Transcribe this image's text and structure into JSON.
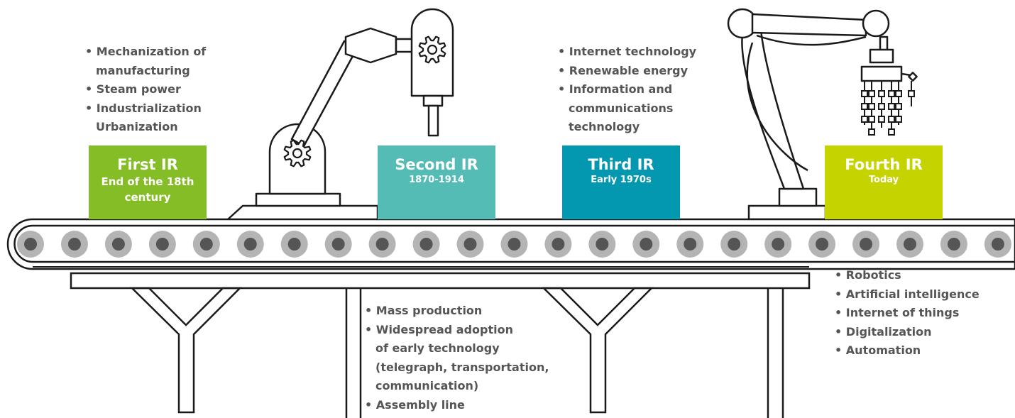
{
  "colors": {
    "first": "#84bd25",
    "second": "#55bbb5",
    "third": "#0497b0",
    "fourth": "#c5d300",
    "text": "#555555",
    "outline": "#1a1a1a",
    "roller_outer": "#b4b4b4",
    "roller_inner": "#555555"
  },
  "stages": [
    {
      "title": "First IR",
      "subtitle": "End of the 18th century"
    },
    {
      "title": "Second IR",
      "subtitle": "1870-1914"
    },
    {
      "title": "Third IR",
      "subtitle": "Early 1970s"
    },
    {
      "title": "Fourth IR",
      "subtitle": "Today"
    }
  ],
  "first_bullets": [
    "• Mechanization of",
    "manufacturing",
    "• Steam power",
    "• Industrialization",
    "Urbanization"
  ],
  "second_bullets": [
    "• Mass production",
    "• Widespread adoption",
    "of early technology",
    "(telegraph, transportation,",
    "communication)",
    "• Assembly line"
  ],
  "third_bullets": [
    "• Internet technology",
    "• Renewable energy",
    "• Information and",
    "communications",
    "technology"
  ],
  "fourth_bullets": [
    "• Robotics",
    "• Artificial intelligence",
    "• Internet of things",
    "• Digitalization",
    "• Automation"
  ],
  "icons": [
    "gear-icon",
    "robot-arm-icon",
    "gripper-icon",
    "conveyor-belt-icon"
  ]
}
